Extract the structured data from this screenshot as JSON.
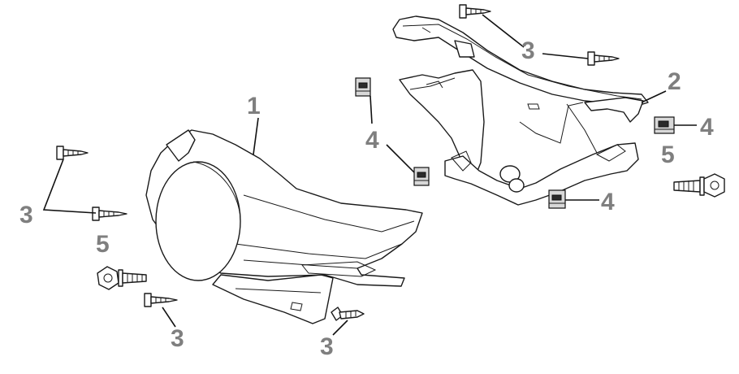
{
  "callouts": {
    "c1": "1",
    "c2": "2",
    "c3a": "3",
    "c3b": "3",
    "c3c": "3",
    "c3d": "3",
    "c4a": "4",
    "c4b": "4",
    "c4c": "4",
    "c5a": "5",
    "c5b": "5"
  },
  "colors": {
    "callout_text": "#7f7f7f",
    "linework": "#1a1a1a",
    "background": "#ffffff"
  }
}
